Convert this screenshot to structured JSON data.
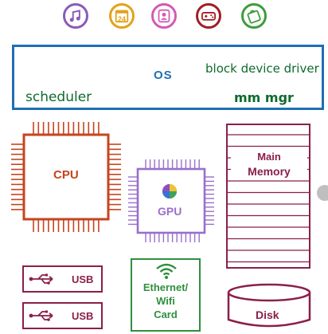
{
  "colors": {
    "music": "#8a5bb8",
    "calendar": "#e2a21a",
    "contacts": "#d35ab5",
    "game": "#a11d24",
    "bag": "#3f9c3b",
    "os_border": "#1f6fb5",
    "os_text": "#1f6fb5",
    "handwriting": "#0f6b2e",
    "cpu": "#c4451f",
    "gpu": "#9a6fcb",
    "memory": "#8b1f4a",
    "usb": "#8b1f4a",
    "network": "#2f8f3e",
    "disk": "#8b1f4a"
  },
  "app_icons": [
    {
      "icon": "music-icon"
    },
    {
      "icon": "calendar-icon",
      "label": "24"
    },
    {
      "icon": "contacts-icon"
    },
    {
      "icon": "game-controller-icon"
    },
    {
      "icon": "shopping-bag-icon"
    }
  ],
  "os": {
    "label": "OS",
    "notes": {
      "scheduler": "scheduler",
      "block_device_driver": "block device driver",
      "mm_mgr": "mm mgr"
    }
  },
  "hardware": {
    "cpu": "CPU",
    "gpu": "GPU",
    "memory": [
      "Main",
      "Memory"
    ],
    "usb": [
      "USB",
      "USB"
    ],
    "network": [
      "Ethernet/",
      "Wifi",
      "Card"
    ],
    "disk": "Disk"
  }
}
